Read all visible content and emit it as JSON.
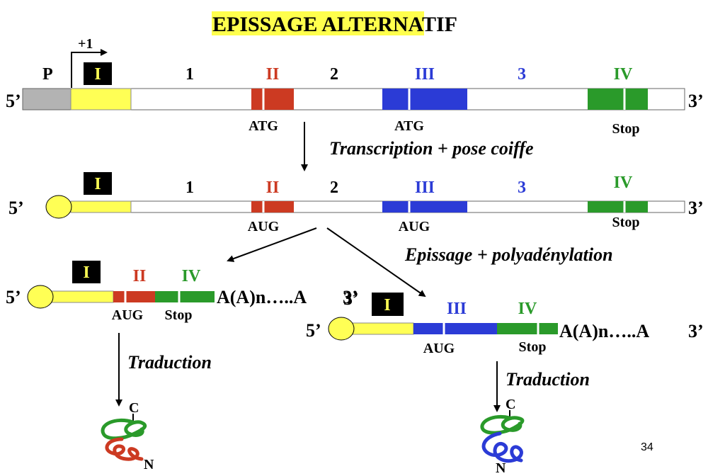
{
  "title": {
    "highlighted": "EPISSAGE ALTER",
    "rest": "NATIF"
  },
  "colors": {
    "promoter": "#b3b3b3",
    "exon1": "#ffff55",
    "exon2": "#cc3a22",
    "exon3": "#2b3bd6",
    "exon4": "#2a9a2a",
    "title_highlight": "#ffff4d",
    "exon1_label_box": "#000000",
    "exon2_label": "#cc3a22",
    "exon3_label": "#2b3bd6",
    "exon4_label": "#2a9a2a"
  },
  "gene": {
    "promoter": "P",
    "start_site": "+1",
    "exons": [
      "I",
      "II",
      "III",
      "IV"
    ],
    "introns": [
      "1",
      "2",
      "3"
    ],
    "end5": "5’",
    "end3": "3’",
    "codons": {
      "start1": "ATG",
      "start2": "ATG",
      "stop": "Stop"
    }
  },
  "step_transcription": "Transcription + pose coiffe",
  "premrna": {
    "exons": [
      "I",
      "II",
      "III",
      "IV"
    ],
    "introns": [
      "1",
      "2",
      "3"
    ],
    "end5": "5’",
    "end3": "3’",
    "codons": {
      "start1": "AUG",
      "start2": "AUG",
      "stop": "Stop"
    }
  },
  "step_splicing": "Epissage + polyadénylation",
  "mrna_a": {
    "exons": [
      "I",
      "II",
      "IV"
    ],
    "end5": "5’",
    "poly_a": "A(A)n…..A",
    "end3": "3’",
    "codons": {
      "start": "AUG",
      "stop": "Stop"
    }
  },
  "mrna_b": {
    "exons": [
      "I",
      "III",
      "IV"
    ],
    "end5": "5’",
    "poly_a": "A(A)n…..A",
    "end3": "3’",
    "codons": {
      "start": "AUG",
      "stop": "Stop"
    }
  },
  "step_translation": "Traduction",
  "protein": {
    "c_term": "C",
    "n_term": "N"
  },
  "page_number": "34"
}
